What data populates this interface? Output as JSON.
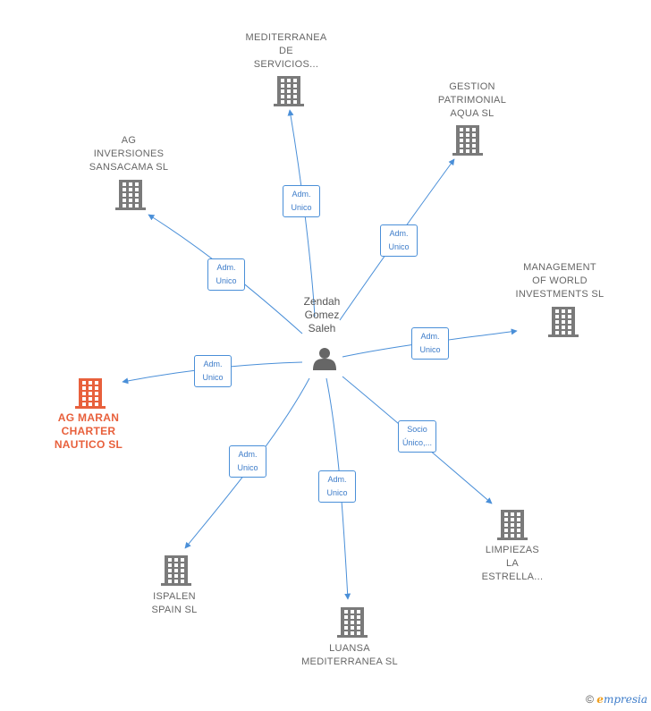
{
  "center": {
    "label": "Zendah\nGomez\nSaleh"
  },
  "colors": {
    "edge": "#4a8fd8",
    "building": "#7a7a7a",
    "highlight": "#e8603c",
    "person": "#666666"
  },
  "companies": [
    {
      "id": "mediterranea",
      "label": "MEDITERRANEA\nDE\nSERVICIOS...",
      "role": "Adm.\nUnico",
      "highlight": false
    },
    {
      "id": "gestion",
      "label": "GESTION\nPATRIMONIAL\nAQUA SL",
      "role": "Adm.\nUnico",
      "highlight": false
    },
    {
      "id": "sansacama",
      "label": "AG\nINVERSIONES\nSANSACAMA SL",
      "role": "Adm.\nUnico",
      "highlight": false
    },
    {
      "id": "management",
      "label": "MANAGEMENT\nOF WORLD\nINVESTMENTS SL",
      "role": "Adm.\nUnico",
      "highlight": false
    },
    {
      "id": "agmaran",
      "label": "AG MARAN\nCHARTER\nNAUTICO SL",
      "role": "Adm.\nUnico",
      "highlight": true
    },
    {
      "id": "limpiezas",
      "label": "LIMPIEZAS\nLA\nESTRELLA...",
      "role": "Socio\nÚnico,...",
      "highlight": false
    },
    {
      "id": "ispalen",
      "label": "ISPALEN\nSPAIN SL",
      "role": "Adm.\nUnico",
      "highlight": false
    },
    {
      "id": "luansa",
      "label": "LUANSA\nMEDITERRANEA SL",
      "role": "Adm.\nUnico",
      "highlight": false
    }
  ],
  "footer": {
    "copyright": "©",
    "brand_initial": "e",
    "brand_rest": "mpresia"
  }
}
